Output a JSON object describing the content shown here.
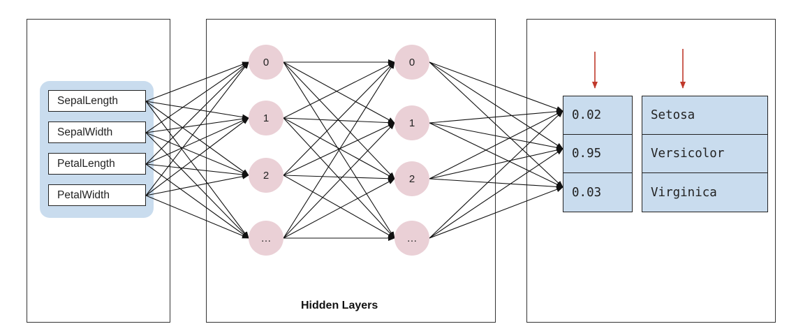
{
  "inputs": [
    "SepalLength",
    "SepalWidth",
    "PetalLength",
    "PetalWidth"
  ],
  "hidden_layer_1": [
    "0",
    "1",
    "2",
    "…"
  ],
  "hidden_layer_2": [
    "0",
    "1",
    "2",
    "…"
  ],
  "hidden_caption": "Hidden Layers",
  "outputs": {
    "probabilities": [
      "0.02",
      "0.95",
      "0.03"
    ],
    "labels": [
      "Setosa",
      "Versicolor",
      "Virginica"
    ]
  },
  "colors": {
    "input_background": "#c9dcee",
    "node_fill": "#ead0d6",
    "output_cells": "#c9dcee",
    "arrow_red": "#c0392b",
    "edge": "#111111"
  }
}
